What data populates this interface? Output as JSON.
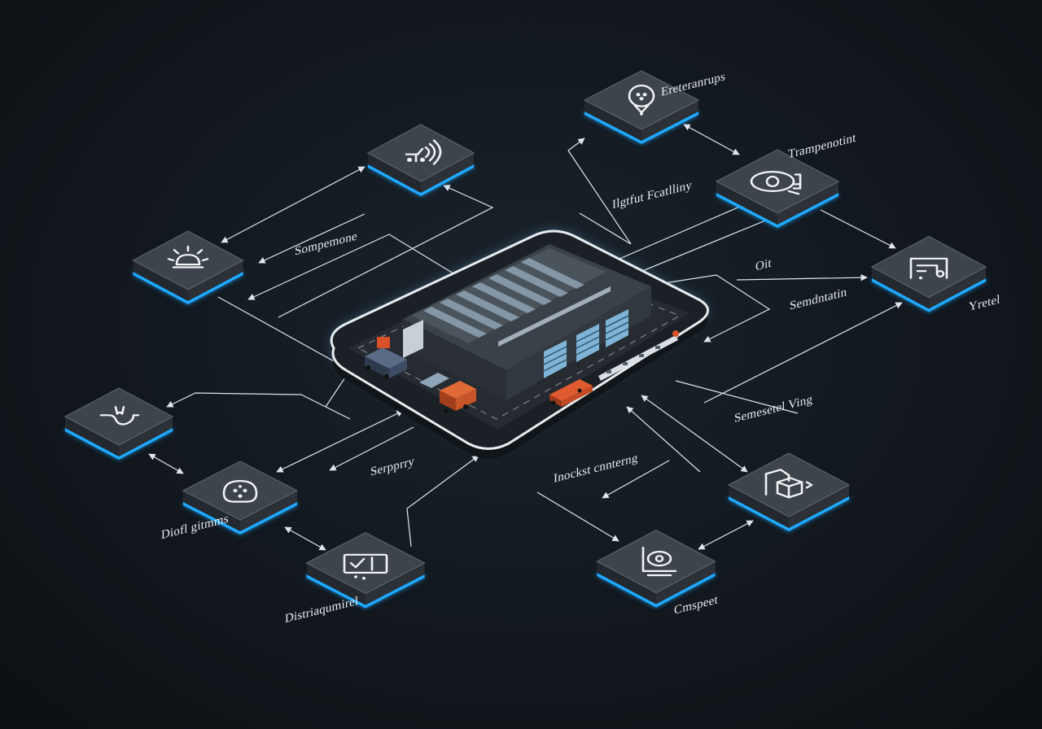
{
  "labels": {
    "top_right_1": "Ereteranrups",
    "top_right_2": "Trampenotint",
    "center_top": "Ilgtfut Fcatlliny",
    "left_top": "Sompemone",
    "right_mid_1": "Oit",
    "right_mid_2": "Semdntatin",
    "far_right": "Yretel",
    "right_lower": "Semesetel Ving",
    "bottom_center": "Inockst cnnterng",
    "left_lower": "Serpprry",
    "left_bottom": "Diofl gitmms",
    "bottom_left": "Distriaqumirel",
    "bottom_right": "Cmspeet"
  },
  "icons": [
    "signal-hand-icon",
    "gear-burst-icon",
    "hook-tool-icon",
    "sensor-face-icon",
    "checklist-icon",
    "map-pin-icon",
    "target-cycle-icon",
    "forklift-icon",
    "crane-box-icon",
    "scanner-device-icon"
  ],
  "colors": {
    "background": "#0f1419",
    "tile_top": "#3d444c",
    "tile_glow": "#1fa9ff",
    "connector": "#dfe5ea",
    "truck_accent": "#d9502a"
  }
}
